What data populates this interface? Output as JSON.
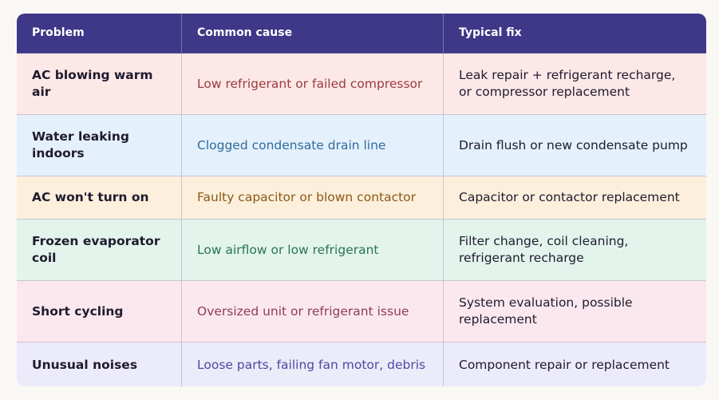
{
  "headers": [
    "Problem",
    "Common cause",
    "Typical fix"
  ],
  "rows": [
    {
      "problem": "AC blowing warm air",
      "cause": "Low refrigerant or failed compressor",
      "fix": "Leak repair + refrigerant recharge, or compressor replacement",
      "bg": "#fde8e8",
      "cause_color": "#9c3a3a"
    },
    {
      "problem": "Water leaking indoors",
      "cause": "Clogged condensate drain line",
      "fix": "Drain flush or new condensate pump",
      "bg": "#e4f0fb",
      "cause_color": "#2e6a9e"
    },
    {
      "problem": "AC won't turn on",
      "cause": "Faulty capacitor or blown contactor",
      "fix": "Capacitor or contactor replacement",
      "bg": "#fcefdc",
      "cause_color": "#8a5a14"
    },
    {
      "problem": "Frozen evaporator coil",
      "cause": "Low airflow or low refrigerant",
      "fix": "Filter change, coil cleaning, refrigerant recharge",
      "bg": "#e2f4ec",
      "cause_color": "#2b7350"
    },
    {
      "problem": "Short cycling",
      "cause": "Oversized unit or refrigerant issue",
      "fix": "System evaluation, possible replacement",
      "bg": "#fbe8ee",
      "cause_color": "#8e3a5e"
    },
    {
      "problem": "Unusual noises",
      "cause": "Loose parts, failing fan motor, debris",
      "fix": "Component repair or replacement",
      "bg": "#ecebfa",
      "cause_color": "#4f47a0"
    }
  ]
}
